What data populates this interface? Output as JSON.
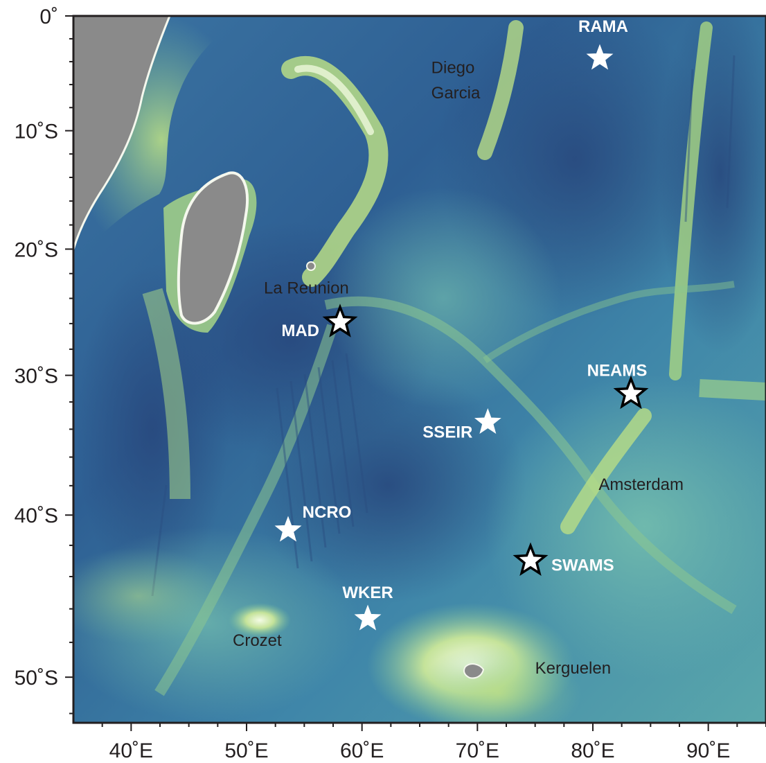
{
  "map": {
    "lon_ticks": [
      {
        "lon": 40,
        "label": "40˚E"
      },
      {
        "lon": 50,
        "label": "50˚E"
      },
      {
        "lon": 60,
        "label": "60˚E"
      },
      {
        "lon": 70,
        "label": "70˚E"
      },
      {
        "lon": 80,
        "label": "80˚E"
      },
      {
        "lon": 90,
        "label": "90˚E"
      }
    ],
    "lat_ticks": [
      {
        "lat": 0,
        "label": "0˚"
      },
      {
        "lat": -10,
        "label": "10˚S"
      },
      {
        "lat": -20,
        "label": "20˚S"
      },
      {
        "lat": -30,
        "label": "30˚S"
      },
      {
        "lat": -40,
        "label": "40˚S"
      },
      {
        "lat": -50,
        "label": "50˚S"
      }
    ],
    "places": [
      {
        "name": "Diego",
        "lon": 66.0,
        "lat": -5.0
      },
      {
        "name": "Garcia",
        "lon": 66.0,
        "lat": -7.2
      },
      {
        "name": "La Reunion",
        "lon": 51.5,
        "lat": -23.6
      },
      {
        "name": "Amsterdam",
        "lon": 80.5,
        "lat": -38.3
      },
      {
        "name": "Crozet",
        "lon": 48.8,
        "lat": -48.2
      },
      {
        "name": "Kerguelen",
        "lon": 75.0,
        "lat": -49.8
      }
    ],
    "stations": [
      {
        "name": "RAMA",
        "lon": 80.6,
        "lat": -3.7,
        "star": "white"
      },
      {
        "name": "MAD",
        "lon": 58.1,
        "lat": -25.9,
        "star": "outlined"
      },
      {
        "name": "NEAMS",
        "lon": 83.3,
        "lat": -31.4,
        "star": "outlined"
      },
      {
        "name": "SSEIR",
        "lon": 70.9,
        "lat": -33.5,
        "star": "white"
      },
      {
        "name": "NCRO",
        "lon": 53.6,
        "lat": -41.0,
        "star": "white"
      },
      {
        "name": "SWAMS",
        "lon": 74.6,
        "lat": -43.0,
        "star": "outlined"
      },
      {
        "name": "WKER",
        "lon": 60.5,
        "lat": -46.6,
        "star": "white"
      }
    ]
  }
}
